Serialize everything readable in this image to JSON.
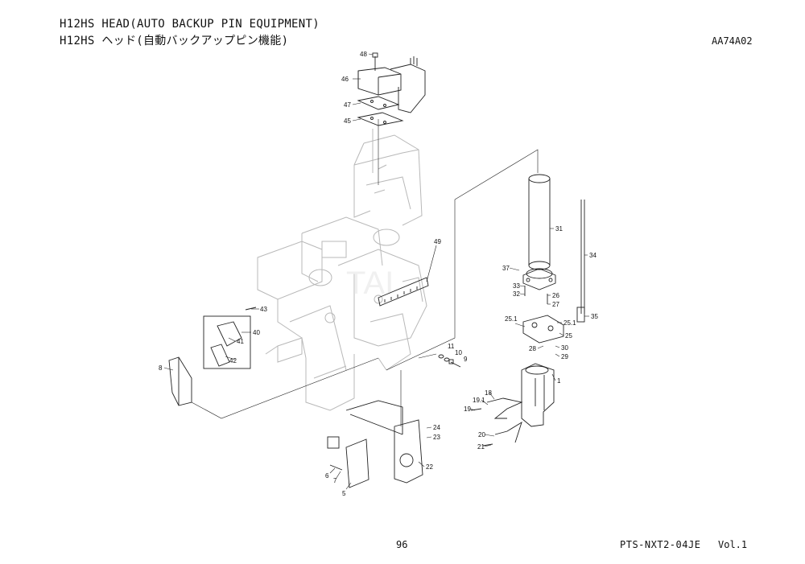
{
  "header": {
    "title_en": "H12HS HEAD(AUTO BACKUP PIN EQUIPMENT)",
    "title_ja": "H12HS ヘッド(自動バックアップピン機能)",
    "figure_code": "AA74A02"
  },
  "footer": {
    "page_number": "96",
    "document": "PTS-NXT2-04JE",
    "volume": "Vol.1"
  },
  "callouts": {
    "c48": "48",
    "c46": "46",
    "c47": "47",
    "c45": "45",
    "c49": "49",
    "c43": "43",
    "c40": "40",
    "c41": "41",
    "c42": "42",
    "c8": "8",
    "c11": "11",
    "c10": "10",
    "c9": "9",
    "c31": "31",
    "c34": "34",
    "c37": "37",
    "c33": "33",
    "c32": "32",
    "c26": "26",
    "c27": "27",
    "c35": "35",
    "c25_1a": "25.1",
    "c25_1b": "25.1",
    "c25": "25",
    "c28": "28",
    "c30": "30",
    "c29": "29",
    "c1": "1",
    "c18": "18",
    "c19_1": "19.1",
    "c19": "19",
    "c20": "20",
    "c21": "21",
    "c24": "24",
    "c23": "23",
    "c22": "22",
    "c6": "6",
    "c7": "7",
    "c5": "5"
  }
}
